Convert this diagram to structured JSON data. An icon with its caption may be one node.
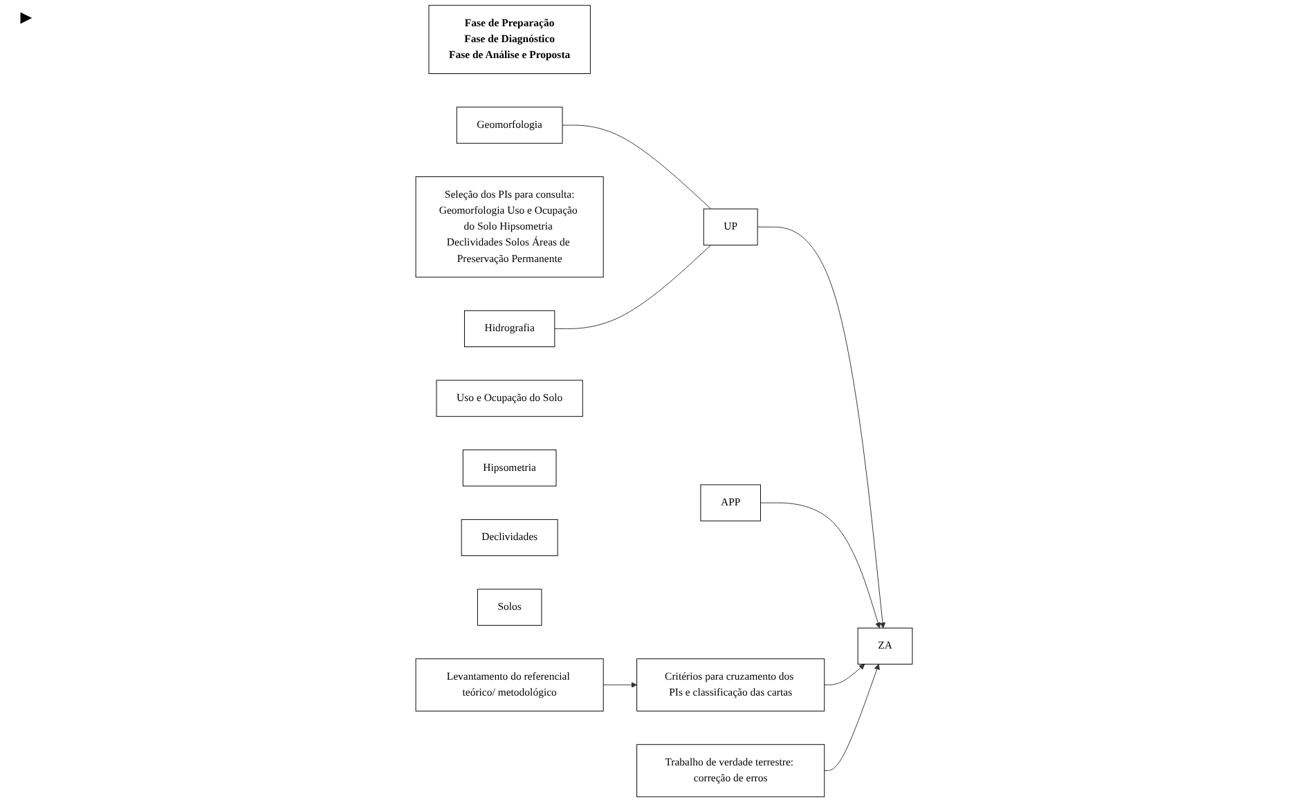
{
  "diagram": {
    "nodes": [
      {
        "text": [
          "Fase de Preparação",
          "Fase de Diagnóstico",
          "Fase de Análise e Proposta"
        ]
      },
      {
        "text": [
          "Levantamento do referencial teórico/ metodológico"
        ]
      },
      {
        "text": [
          "Critérios para cruzamento dos PIs e classificação das cartas"
        ]
      },
      {
        "text": [
          "Seleção dos PIs para consulta:",
          "Geomorfologia Uso e Ocupação do Solo Hipsometria Declividades Solos Áreas de Preservação Permanente"
        ]
      },
      {
        "text": [
          "Geomorfologia"
        ]
      },
      {
        "text": [
          "Uso e Ocupação do Solo"
        ]
      },
      {
        "text": [
          "Hipsometria"
        ]
      },
      {
        "text": [
          "Declividades"
        ]
      },
      {
        "text": [
          "Solos"
        ]
      },
      {
        "text": [
          "Hidrografia"
        ]
      },
      {
        "text": [
          "UP"
        ]
      },
      {
        "text": [
          "APP"
        ]
      },
      {
        "text": [
          "ZA"
        ]
      },
      {
        "text": [
          "Trabalho de verdade terrestre: correção de erros"
        ]
      }
    ],
    "edges": [
      {
        "from": 1,
        "to": 2,
        "arrow": "to"
      },
      {
        "from": 4,
        "to": 10,
        "arrow": "none"
      },
      {
        "from": 9,
        "to": 10,
        "arrow": "none"
      },
      {
        "from": 10,
        "to": 12,
        "arrow": "to"
      },
      {
        "from": 11,
        "to": 12,
        "arrow": "to"
      },
      {
        "from": 2,
        "to": 12,
        "arrow": "to"
      },
      {
        "from": 13,
        "to": 12,
        "arrow": "to"
      }
    ],
    "labels": [
      "►"
    ]
  }
}
